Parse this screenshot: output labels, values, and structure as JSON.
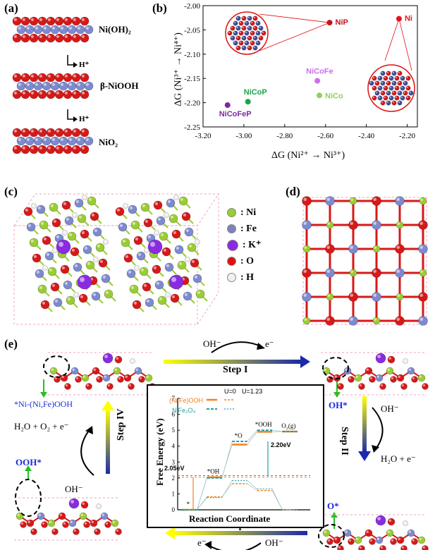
{
  "panels": {
    "a": {
      "label": "(a)",
      "layers": [
        "Ni(OH)₂",
        "β-NiOOH",
        "NiO₂"
      ],
      "arrows": [
        "H⁺",
        "H⁺"
      ]
    },
    "b": {
      "label": "(b)",
      "xlabel": "ΔG (Ni²⁺ → Ni³⁺)",
      "ylabel": "ΔG (Ni³⁺ → Ni⁴⁺)"
    },
    "c": {
      "label": "(c)",
      "legend": [
        {
          "label": ": Ni",
          "color": "#9acd32"
        },
        {
          "label": ": Fe",
          "color": "#8080c0"
        },
        {
          "label": ": K⁺",
          "color": "#8a2be2"
        },
        {
          "label": ": O",
          "color": "#e01010"
        },
        {
          "label": ": H",
          "color": "#f0f0f0"
        }
      ]
    },
    "d": {
      "label": "(d)"
    },
    "e": {
      "label": "(e)",
      "steps": [
        "Step I",
        "Step II",
        "Step III",
        "Step IV"
      ],
      "species": [
        "OH⁻",
        "e⁻",
        "OH⁻",
        "H₂O + e⁻",
        "OH⁻",
        "e⁻",
        "OH⁻",
        "H₂O + O₂ + e⁻"
      ],
      "intermediates": [
        "*Ni-(Ni,Fe)OOH",
        "OH*",
        "O*",
        "OOH*"
      ],
      "inset": {
        "ylabel": "Free Energy (eV)",
        "xlabel": "Reaction Coordinate",
        "legend": [
          "(Ni,Fe)OOH",
          "NiFe₂O₄"
        ],
        "u_labels": [
          "U=0",
          "U=1.23"
        ],
        "state_labels": [
          "*",
          "*OH",
          "*O",
          "*OOH",
          "O₂(g)"
        ],
        "gap_labels": [
          "2.05eV",
          "2.20eV"
        ],
        "yticks": [
          "0",
          "1",
          "2",
          "3",
          "4",
          "5",
          "6",
          "7"
        ]
      }
    }
  },
  "chart_data": [
    {
      "type": "scatter",
      "title": "",
      "xlabel": "ΔG (Ni²⁺ → Ni³⁺)",
      "ylabel": "ΔG (Ni³⁺ → Ni⁴⁺)",
      "xlim": [
        -3.2,
        -2.15
      ],
      "ylim": [
        -2.25,
        -2.0
      ],
      "xticks": [
        "-3.20",
        "-3.00",
        "-2.80",
        "-2.60",
        "-2.40",
        "-2.20"
      ],
      "yticks": [
        "-2.00",
        "-2.05",
        "-2.10",
        "-2.15",
        "-2.20",
        "-2.25"
      ],
      "points": [
        {
          "name": "NiP",
          "x": -2.58,
          "y": -2.035,
          "color": "#c0141c"
        },
        {
          "name": "Ni",
          "x": -2.24,
          "y": -2.027,
          "color": "#e8141c"
        },
        {
          "name": "NiCoFe",
          "x": -2.64,
          "y": -2.155,
          "color": "#cc70ee"
        },
        {
          "name": "NiCo",
          "x": -2.63,
          "y": -2.185,
          "color": "#8fd15a"
        },
        {
          "name": "NiCoP",
          "x": -2.98,
          "y": -2.198,
          "color": "#1aa34a"
        },
        {
          "name": "NiCoFeP",
          "x": -3.08,
          "y": -2.205,
          "color": "#7b2a9e"
        }
      ]
    },
    {
      "type": "line",
      "title": "",
      "xlabel": "Reaction Coordinate",
      "ylabel": "Free Energy (eV)",
      "ylim": [
        0,
        7
      ],
      "categories": [
        "*",
        "*OH",
        "*O",
        "*OOH",
        "O₂(g)"
      ],
      "series": [
        {
          "name": "(Ni,Fe)OOH",
          "condition": "U=0",
          "values": [
            0,
            2.05,
            4.1,
            4.9,
            4.92
          ]
        },
        {
          "name": "(Ni,Fe)OOH",
          "condition": "U=1.23",
          "values": [
            0,
            0.82,
            1.64,
            1.21,
            0
          ]
        },
        {
          "name": "NiFe₂O₄",
          "condition": "U=0",
          "values": [
            0,
            2.0,
            4.3,
            5.0,
            4.92
          ]
        },
        {
          "name": "NiFe₂O₄",
          "condition": "U=1.23",
          "values": [
            0,
            0.77,
            1.84,
            1.31,
            0
          ]
        }
      ]
    }
  ]
}
